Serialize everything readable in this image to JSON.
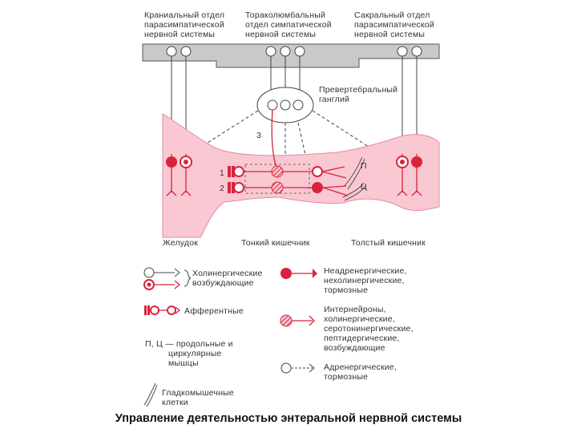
{
  "header": {
    "cranial": [
      "Краниальный отдел",
      "парасимпатической",
      "нервной системы"
    ],
    "thoracolumbar": [
      "Тораколюмбальный",
      "отдел симпатической",
      "нервной системы"
    ],
    "sacral": [
      "Сакральный отдел",
      "парасимпатической",
      "нервной системы"
    ]
  },
  "ganglion": [
    "Превертебральный",
    "ганглий"
  ],
  "markers": {
    "three": "3",
    "one": "1",
    "two": "2",
    "p": "П",
    "ts": "Ц"
  },
  "regions": {
    "stomach": "Желудок",
    "small": "Тонкий кишечник",
    "large": "Толстый кишечник"
  },
  "legend": {
    "cholinergic": [
      "Холинергические",
      "возбуждающие"
    ],
    "afferent": "Афферентные",
    "pc_note": [
      "П, Ц — продольные и",
      "циркулярные",
      "мышцы"
    ],
    "smooth": [
      "Гладкомышечные",
      "клетки"
    ],
    "nonadrenergic": [
      "Неадренергические,",
      "нехолинергические,",
      "тормозные"
    ],
    "interneurons": [
      "Интернейроны,",
      "холинергические,",
      "серотонинергические,",
      "пептидергические,",
      "возбуждающие"
    ],
    "adrenergic": [
      "Адренергические,",
      "тормозные"
    ]
  },
  "caption": "Управление деятельностью энтеральной нервной системы",
  "colors": {
    "red": "#d9233d",
    "pink": "#f9c8d2",
    "gray": "#c9c9c9"
  }
}
